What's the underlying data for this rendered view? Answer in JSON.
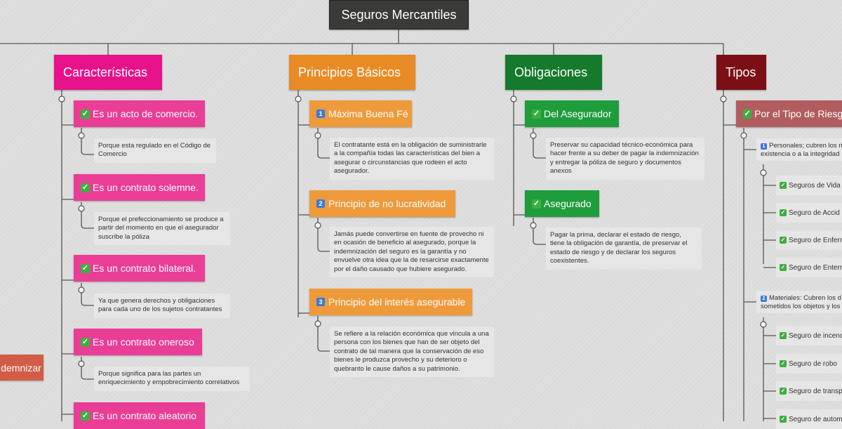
{
  "root": {
    "title": "Seguros Mercantiles"
  },
  "left_node": {
    "label": "demnizar"
  },
  "caracteristicas": {
    "title": "Características",
    "items": [
      {
        "label": "Es un acto de comercio.",
        "note": "Porque esta regulado en el Código de Comercio"
      },
      {
        "label": "Es un contrato solemne.",
        "note": "Porque el prefeccionamiento se produce a partir del momento en que el asegurador suscribe la póliza"
      },
      {
        "label": "Es un contrato bilateral.",
        "note": "Ya que genera derechos y obligaciones para cada uno de los sujetos contratantes"
      },
      {
        "label": "Es un contrato oneroso",
        "note": "Porque significa para las partes un enriquecimiento y empobrecimiento correlativos"
      },
      {
        "label": "Es un contrato aleatorio"
      }
    ]
  },
  "principios": {
    "title": "Principios Básicos",
    "items": [
      {
        "num": "1",
        "label": "Máxima Buena Fé",
        "note": "El contratante está en la obligación de suministrarle a la compañía todas las características del bien a asegurar o circunstancias que rodeen el acto asegurador."
      },
      {
        "num": "2",
        "label": "Principio de no lucratividad",
        "note": "Jamás puede convertirse en fuente de provecho ni en ocasión de beneficio al asegurado, porque la indemnización del seguro es la garantía y no envuelve otra idea que la de resarcirse exactamente por el daño causado que hubiere asegurado."
      },
      {
        "num": "3",
        "label": "Principio del interés asegurable",
        "note": "Se refiere a la relación económica que vincula a una persona con los bienes que han de ser objeto del contrato de tal manera que la conservación de eso bienes le produzca provecho y su deterioro o quebranto le cause daños a su patrimonio."
      }
    ]
  },
  "obligaciones": {
    "title": "Obligaciones",
    "items": [
      {
        "label": "Del Asegurador",
        "note": "Preservar su capacidad técnico-económica para hacer frente a su deber de pagar la indemnización y entregar la póliza de seguro y documentos anexos"
      },
      {
        "label": "Asegurado",
        "note": "Pagar la prima, declarar el estado de riesgo, tiene la obligación de garantía, de preservar el estado de riesgo y de declarar los seguros coexistentes."
      }
    ]
  },
  "tipos": {
    "title": "Tipos",
    "sub": {
      "label": "Por el Tipo de Riesgo"
    },
    "personales": {
      "num": "1",
      "text": "Personales; cubren los ri existencia o a la integridad"
    },
    "personales_items": [
      "Seguros de Vida",
      "Seguro de Accid",
      "Seguro de Enferm",
      "Seguro de Enterra"
    ],
    "materiales": {
      "num": "2",
      "text": "Materiales: Cubren los d sometidos los objetos y los"
    },
    "materiales_items": [
      "Seguro de incend",
      "Seguro de robo",
      "Seguro de transp",
      "Seguro de autom"
    ]
  },
  "colors": {
    "caracteristicas": "#e7128a",
    "principios": "#e98b25",
    "obligaciones": "#157a2c",
    "tipos": "#7c0f15"
  }
}
